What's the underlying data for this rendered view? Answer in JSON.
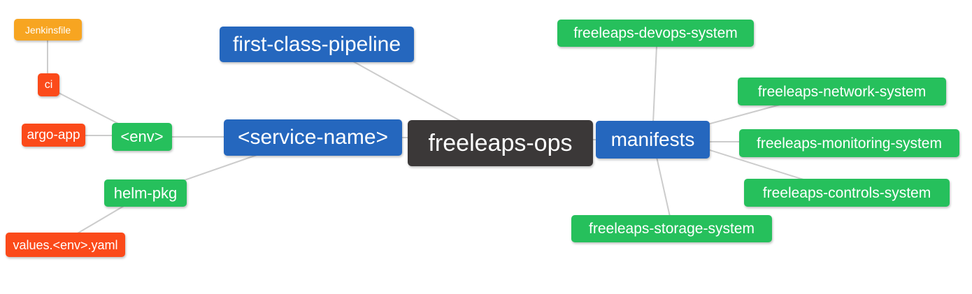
{
  "palette": {
    "blue": "#2567BE",
    "green": "#26C05C",
    "red": "#FB4A1A",
    "orange": "#F7A521",
    "dark": "#3B3838",
    "edge": "#CCCCCC",
    "node_text": "#FFFFFF",
    "background": "#FFFFFF"
  },
  "mindmap": {
    "root_label": "freeleaps-ops",
    "nodes": [
      {
        "id": "jenkinsfile",
        "label": "Jenkinsfile",
        "color": "#F7A521"
      },
      {
        "id": "ci",
        "label": "ci",
        "color": "#FB4A1A"
      },
      {
        "id": "argo-app",
        "label": "argo-app",
        "color": "#FB4A1A"
      },
      {
        "id": "env",
        "label": "<env>",
        "color": "#26C05C"
      },
      {
        "id": "first-class-pipeline",
        "label": "first-class-pipeline",
        "color": "#2567BE"
      },
      {
        "id": "service-name",
        "label": "<service-name>",
        "color": "#2567BE"
      },
      {
        "id": "helm-pkg",
        "label": "helm-pkg",
        "color": "#26C05C"
      },
      {
        "id": "values-env-yaml",
        "label": "values.<env>.yaml",
        "color": "#FB4A1A"
      },
      {
        "id": "freeleaps-ops",
        "label": "freeleaps-ops",
        "color": "#3B3838"
      },
      {
        "id": "manifests",
        "label": "manifests",
        "color": "#2567BE"
      },
      {
        "id": "freeleaps-devops-system",
        "label": "freeleaps-devops-system",
        "color": "#26C05C"
      },
      {
        "id": "freeleaps-network-system",
        "label": "freeleaps-network-system",
        "color": "#26C05C"
      },
      {
        "id": "freeleaps-monitoring-system",
        "label": "freeleaps-monitoring-system",
        "color": "#26C05C"
      },
      {
        "id": "freeleaps-controls-system",
        "label": "freeleaps-controls-system",
        "color": "#26C05C"
      },
      {
        "id": "freeleaps-storage-system",
        "label": "freeleaps-storage-system",
        "color": "#26C05C"
      }
    ],
    "edges": [
      {
        "from": "Jenkinsfile",
        "to": "ci"
      },
      {
        "from": "ci",
        "to": "<env>"
      },
      {
        "from": "argo-app",
        "to": "<env>"
      },
      {
        "from": "<env>",
        "to": "<service-name>"
      },
      {
        "from": "helm-pkg",
        "to": "<service-name>"
      },
      {
        "from": "values.<env>.yaml",
        "to": "helm-pkg"
      },
      {
        "from": "<service-name>",
        "to": "freeleaps-ops"
      },
      {
        "from": "first-class-pipeline",
        "to": "freeleaps-ops"
      },
      {
        "from": "freeleaps-ops",
        "to": "manifests"
      },
      {
        "from": "manifests",
        "to": "freeleaps-devops-system"
      },
      {
        "from": "manifests",
        "to": "freeleaps-network-system"
      },
      {
        "from": "manifests",
        "to": "freeleaps-monitoring-system"
      },
      {
        "from": "manifests",
        "to": "freeleaps-controls-system"
      },
      {
        "from": "manifests",
        "to": "freeleaps-storage-system"
      }
    ]
  }
}
